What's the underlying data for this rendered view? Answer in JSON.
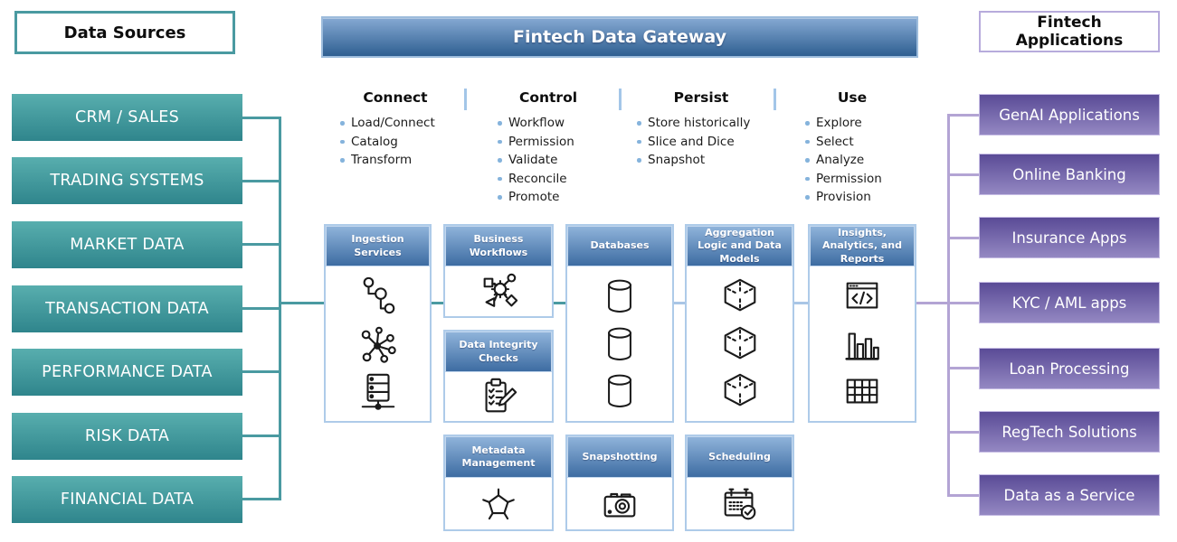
{
  "colors": {
    "teal_top": "#58aeae",
    "teal_bottom": "#2f858c",
    "teal_line": "#4a9aa1",
    "blue_header_top": "#85a9d3",
    "blue_header_bottom": "#2f5f91",
    "comp_header_top": "#8fb3da",
    "comp_header_bottom": "#3d6ca2",
    "box_border": "#aecbe9",
    "blue_line": "#a9c6e6",
    "divider": "#a3c6e8",
    "bullet": "#85b3dc",
    "purple_top": "#5a4b96",
    "purple_bottom": "#9488c2",
    "purple_line": "#b3a4d4",
    "purple_border": "#b7abdc"
  },
  "left_panel": {
    "header": "Data Sources",
    "items": [
      "CRM / SALES",
      "TRADING SYSTEMS",
      "MARKET DATA",
      "TRANSACTION DATA",
      "PERFORMANCE DATA",
      "RISK DATA",
      "FINANCIAL DATA"
    ]
  },
  "gateway": {
    "title": "Fintech Data Gateway",
    "phases": [
      {
        "label": "Connect",
        "bullets": [
          "Load/Connect",
          "Catalog",
          "Transform"
        ]
      },
      {
        "label": "Control",
        "bullets": [
          "Workflow",
          "Permission",
          "Validate",
          "Reconcile",
          "Promote"
        ]
      },
      {
        "label": "Persist",
        "bullets": [
          "Store historically",
          "Slice and Dice",
          "Snapshot"
        ]
      },
      {
        "label": "Use",
        "bullets": [
          "Explore",
          "Select",
          "Analyze",
          "Permission",
          "Provision"
        ]
      }
    ],
    "components": [
      {
        "title": "Ingestion Services",
        "icons": [
          "link-nodes-icon",
          "network-hub-icon",
          "server-stack-icon"
        ]
      },
      {
        "title": "Business Workflows",
        "icons": [
          "workflow-gear-icon"
        ]
      },
      {
        "title": "Data Integrity Checks",
        "icons": [
          "clipboard-checklist-icon"
        ]
      },
      {
        "title": "Databases",
        "icons": [
          "database-cylinder-icon",
          "database-cylinder-icon",
          "database-cylinder-icon"
        ]
      },
      {
        "title": "Aggregation Logic and Data Models",
        "icons": [
          "data-cube-icon",
          "data-cube-icon",
          "data-cube-icon"
        ]
      },
      {
        "title": "Insights, Analytics, and Reports",
        "icons": [
          "code-window-icon",
          "bar-chart-icon",
          "table-grid-icon"
        ]
      },
      {
        "title": "Metadata Management",
        "icons": [
          "molecule-icon"
        ]
      },
      {
        "title": "Snapshotting",
        "icons": [
          "camera-icon"
        ]
      },
      {
        "title": "Scheduling",
        "icons": [
          "calendar-check-icon"
        ]
      }
    ]
  },
  "right_panel": {
    "header": "Fintech Applications",
    "items": [
      "GenAI Applications",
      "Online Banking",
      "Insurance Apps",
      "KYC / AML apps",
      "Loan Processing",
      "RegTech Solutions",
      "Data as a Service"
    ]
  }
}
